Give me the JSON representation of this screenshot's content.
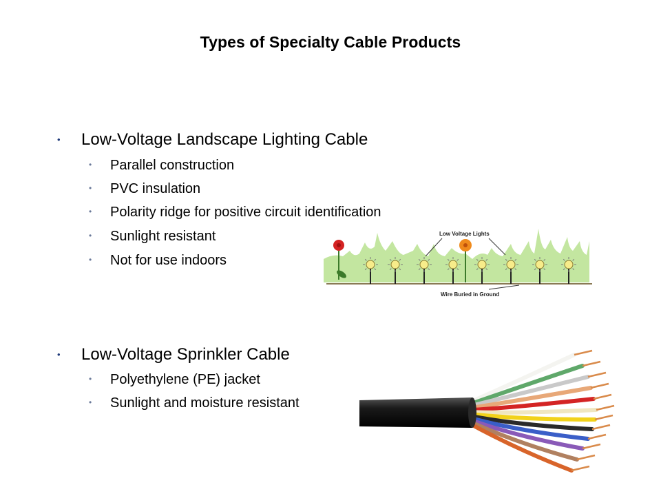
{
  "slide": {
    "title": "Types of Specialty Cable Products",
    "sections": [
      {
        "heading": "Low-Voltage Landscape Lighting Cable",
        "bullets": [
          "Parallel construction",
          "PVC insulation",
          "Polarity ridge for positive circuit identification",
          "Sunlight resistant",
          "Not for use indoors"
        ]
      },
      {
        "heading": "Low-Voltage Sprinkler Cable",
        "bullets": [
          "Polyethylene (PE) jacket",
          "Sunlight and moisture resistant"
        ]
      }
    ],
    "diagram": {
      "label_lights": "Low Voltage Lights",
      "label_wire": "Wire Buried in Ground"
    },
    "colors": {
      "bullet_primary": "#1f3a7a",
      "foliage": "#c3e6a0",
      "light_glow": "#f7ec8a",
      "cable_jacket": "#1a1a1a"
    }
  }
}
